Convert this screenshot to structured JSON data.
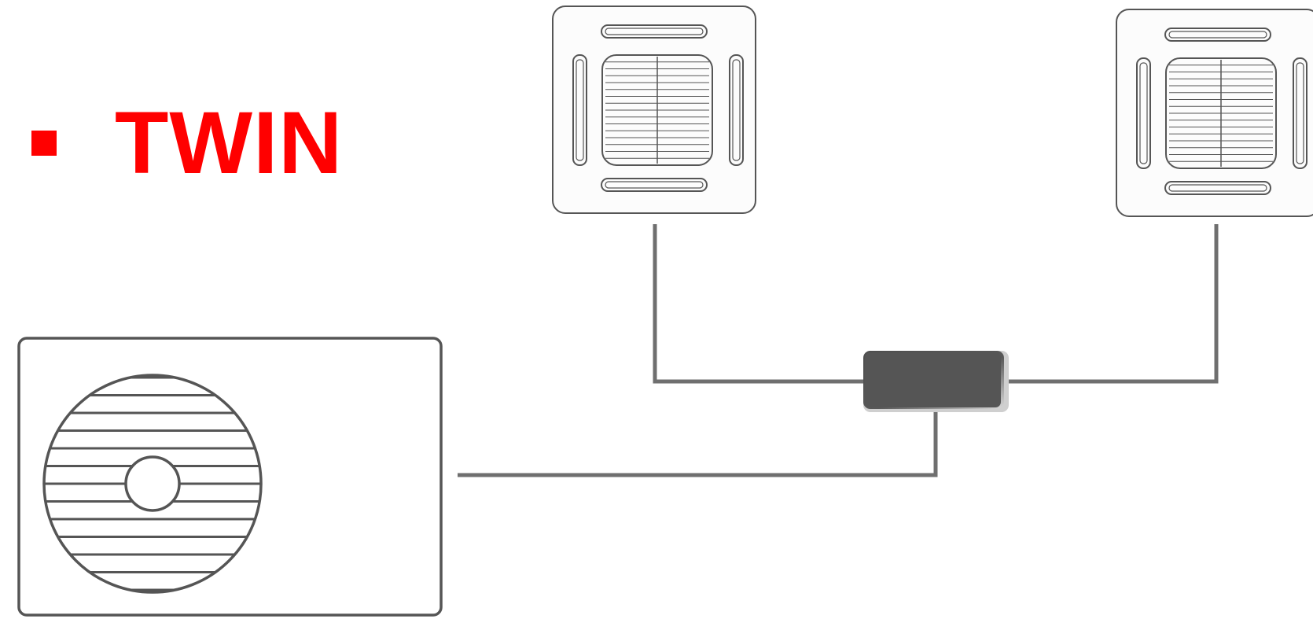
{
  "heading": {
    "bullet_color": "#ff0000",
    "title": "TWIN",
    "title_color": "#ff0000"
  },
  "diagram": {
    "units": [
      {
        "name": "indoor-unit-left",
        "icon": "ceiling-cassette-icon"
      },
      {
        "name": "indoor-unit-right",
        "icon": "ceiling-cassette-icon"
      },
      {
        "name": "outdoor-unit",
        "icon": "outdoor-fan-unit-icon"
      },
      {
        "name": "refrigerant-branch-joint",
        "icon": "branch-pipe-icon"
      }
    ],
    "pipe_color": "#6f6f6f",
    "unit_outline_color": "#555555",
    "joint_color": "#555555"
  }
}
